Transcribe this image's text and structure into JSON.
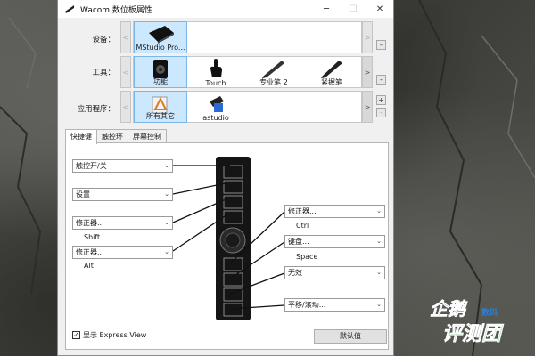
{
  "window": {
    "title": "Wacom 数位板属性",
    "minimize": "─",
    "maximize": "☐",
    "close": "✕"
  },
  "rows": {
    "device": {
      "label": "设备：",
      "items": [
        {
          "label": "MStudio Pro...",
          "icon": "tablet-icon"
        }
      ]
    },
    "tool": {
      "label": "工具：",
      "items": [
        {
          "label": "功能",
          "icon": "functions-icon"
        },
        {
          "label": "Touch",
          "icon": "touch-hand-icon"
        },
        {
          "label": "专业笔 2",
          "icon": "pen-icon"
        },
        {
          "label": "紧握笔",
          "icon": "grip-pen-icon"
        }
      ]
    },
    "app": {
      "label": "应用程序：",
      "items": [
        {
          "label": "所有其它",
          "icon": "all-apps-icon"
        },
        {
          "label": "astudio",
          "icon": "astudio-icon"
        }
      ]
    },
    "arrow_left": "<",
    "arrow_right": ">",
    "minus": "-",
    "plus": "+"
  },
  "tabs": [
    "快捷键",
    "触控环",
    "屏幕控制"
  ],
  "left_keys": [
    {
      "value": "触控开/关",
      "sub": ""
    },
    {
      "value": "设置",
      "sub": ""
    },
    {
      "value": "修正器...",
      "sub": "Shift"
    },
    {
      "value": "修正器...",
      "sub": "Alt"
    }
  ],
  "right_keys": [
    {
      "value": "修正器...",
      "sub": "Ctrl"
    },
    {
      "value": "键盘...",
      "sub": "Space"
    },
    {
      "value": "无效",
      "sub": ""
    },
    {
      "value": "平移/滚动...",
      "sub": ""
    }
  ],
  "chevron": "⌄",
  "footer": {
    "express_view_label": "显示 Express View",
    "express_view_checked": "✓",
    "default_button": "默认值"
  },
  "watermark": {
    "top": "企鹅",
    "bottom": "评测团",
    "small": "数码"
  },
  "colors": {
    "selected_tile": "#cce8ff",
    "watermark_green": "#39b54a",
    "watermark_blue": "#2b7fd4"
  }
}
